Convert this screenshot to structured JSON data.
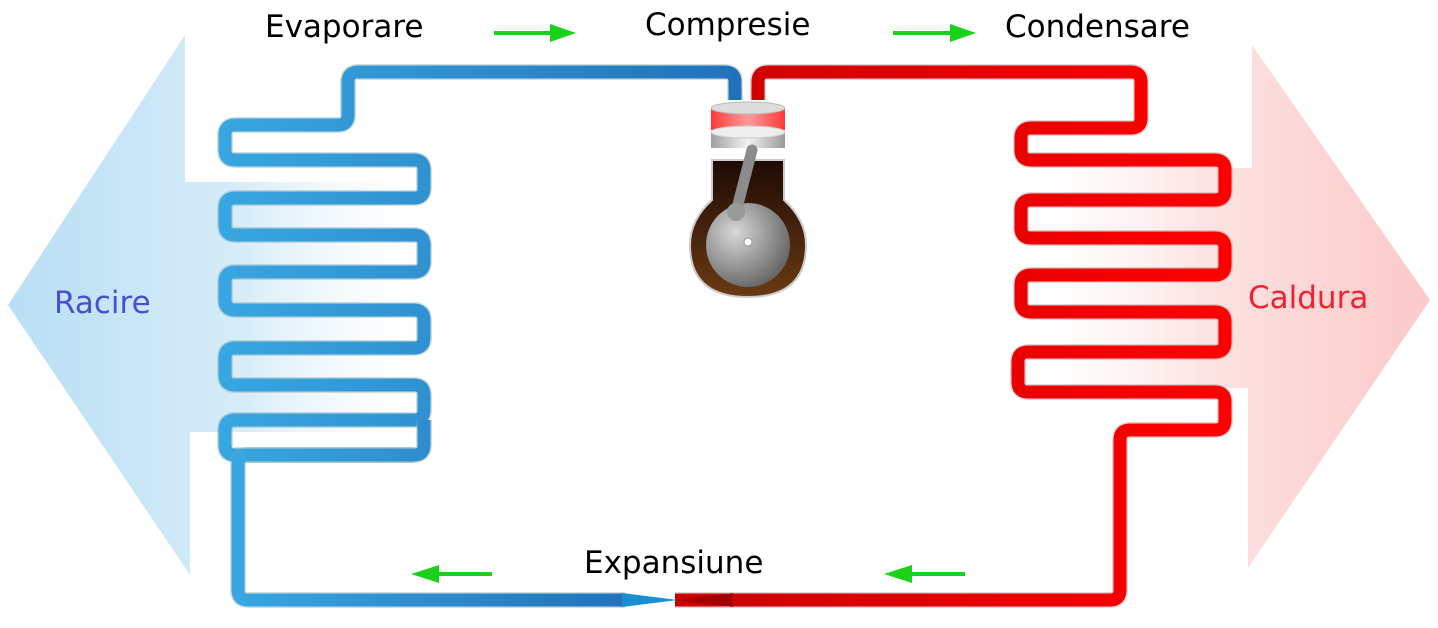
{
  "stages": {
    "evaporation": "Evaporare",
    "compression": "Compresie",
    "condensation": "Condensare",
    "expansion": "Expansiune"
  },
  "sides": {
    "cooling": {
      "label": "Racire",
      "color": "#4a4fd0"
    },
    "heat": {
      "label": "Caldura",
      "color": "#ee2233"
    }
  },
  "colors": {
    "cold_pipe": "#2a8fd6",
    "hot_pipe": "#e00000",
    "flow_arrow": "#19d219",
    "cold_arrow": "#cfe8f7",
    "hot_arrow": "#fdd6d6"
  },
  "flow_direction": [
    "evaporation",
    "compression",
    "condensation",
    "expansion"
  ]
}
